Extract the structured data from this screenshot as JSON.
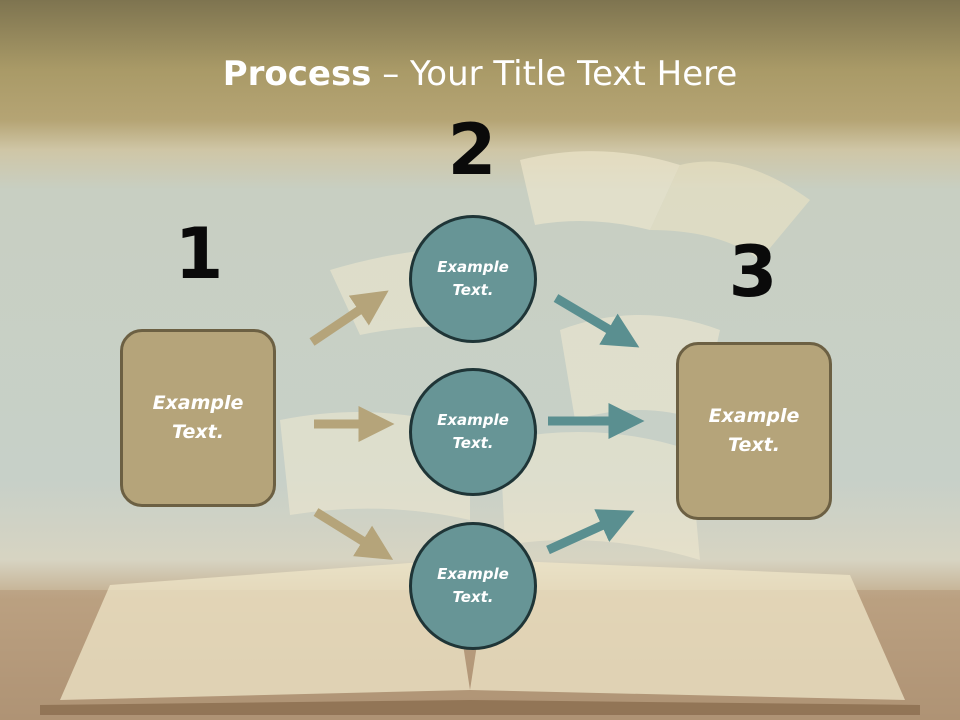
{
  "slide": {
    "title_bold": "Process",
    "title_rest": " – Your Title Text Here",
    "step_numbers": [
      "1",
      "2",
      "3"
    ],
    "left_box": {
      "label": "Example\nText."
    },
    "right_box": {
      "label": "Example\nText."
    },
    "circles": [
      {
        "label": "Example\nText."
      },
      {
        "label": "Example\nText."
      },
      {
        "label": "Example\nText."
      }
    ]
  },
  "colors": {
    "box_fill": "#b5a47a",
    "box_border": "#6c6043",
    "circle_fill": "#679596",
    "circle_border": "#1f3537",
    "arrow_tan": "#b5a47a",
    "arrow_teal": "#5a8f90",
    "title_band": "#a99a67"
  }
}
